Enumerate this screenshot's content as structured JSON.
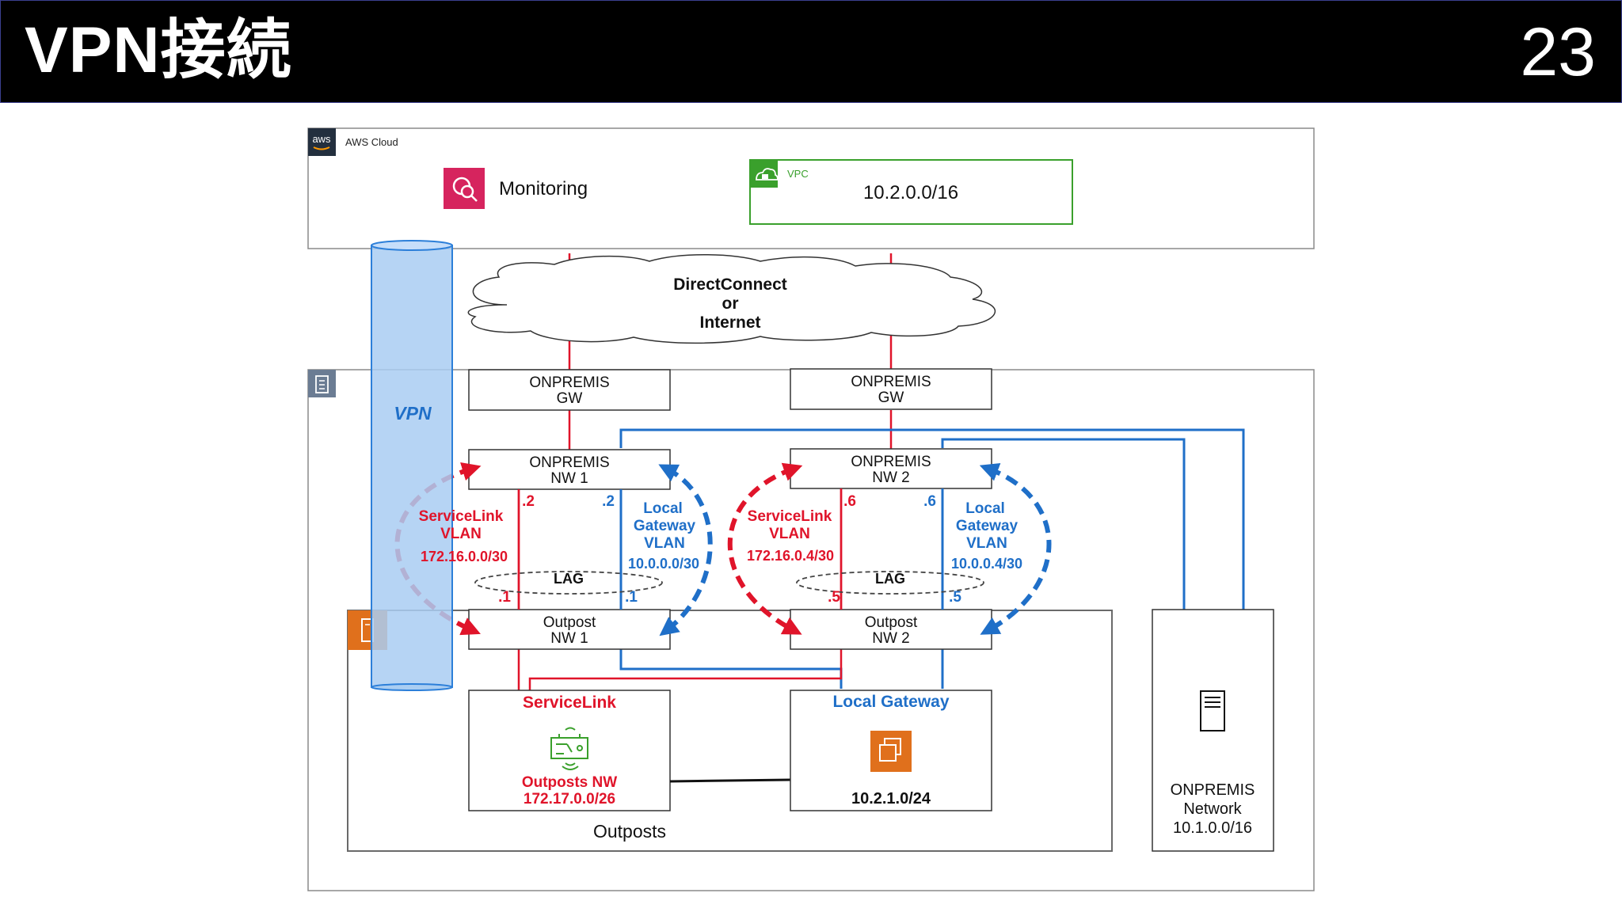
{
  "slide": {
    "title": "VPN接続",
    "page_number": "23"
  },
  "colors": {
    "servicelink": "#e0142a",
    "local_gateway": "#1f6fc8",
    "vpc_border": "#3aa02c",
    "vpn_tube": "#a9cdf2",
    "monitoring_icon": "#d6245e",
    "outposts_icon": "#e0701c"
  },
  "aws_cloud": {
    "label": "AWS Cloud",
    "logo_text": "aws",
    "monitoring": "Monitoring",
    "vpc_label": "VPC",
    "vpc_cidr": "10.2.0.0/16"
  },
  "cloud": {
    "line1": "DirectConnect",
    "line2": "or",
    "line3": "Internet"
  },
  "vpn_label": "VPN",
  "gw1": {
    "line1": "ONPREMIS",
    "line2": "GW"
  },
  "gw2": {
    "line1": "ONPREMIS",
    "line2": "GW"
  },
  "nw1": {
    "line1": "ONPREMIS",
    "line2": "NW 1"
  },
  "nw2": {
    "line1": "ONPREMIS",
    "line2": "NW 2"
  },
  "outpost1": {
    "line1": "Outpost",
    "line2": "NW 1"
  },
  "outpost2": {
    "line1": "Outpost",
    "line2": "NW 2"
  },
  "left_pair": {
    "sl_line1": "ServiceLink",
    "sl_line2": "VLAN",
    "sl_cidr": "172.16.0.0/30",
    "lg_line1": "Local",
    "lg_line2": "Gateway",
    "lg_line3": "VLAN",
    "lg_cidr": "10.0.0.0/30",
    "ip_sl_top": ".2",
    "ip_lg_top": ".2",
    "ip_sl_bottom": ".1",
    "ip_lg_bottom": ".1",
    "lag": "LAG"
  },
  "right_pair": {
    "sl_line1": "ServiceLink",
    "sl_line2": "VLAN",
    "sl_cidr": "172.16.0.4/30",
    "lg_line1": "Local",
    "lg_line2": "Gateway",
    "lg_line3": "VLAN",
    "lg_cidr": "10.0.0.4/30",
    "ip_sl_top": ".6",
    "ip_lg_top": ".6",
    "ip_sl_bottom": ".5",
    "ip_lg_bottom": ".5",
    "lag": "LAG"
  },
  "servicelink_box": {
    "title": "ServiceLink",
    "line1": "Outposts NW",
    "line2": "172.17.0.0/26"
  },
  "local_gateway_box": {
    "title": "Local Gateway",
    "cidr": "10.2.1.0/24"
  },
  "outposts_label": "Outposts",
  "onpremis_network": {
    "line1": "ONPREMIS",
    "line2": "Network",
    "line3": "10.1.0.0/16"
  }
}
